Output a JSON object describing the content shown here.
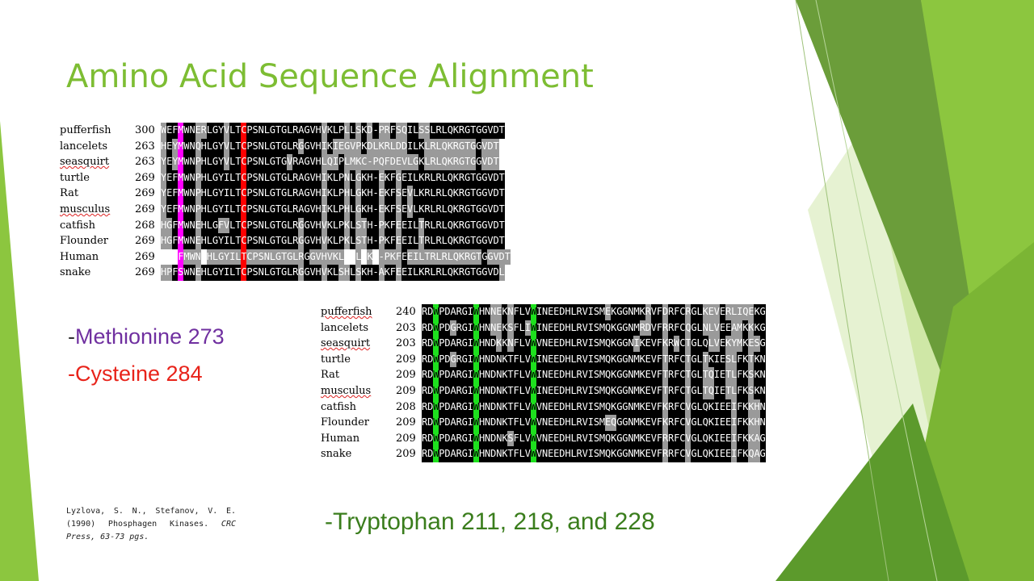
{
  "title": "Amino Acid Sequence Alignment",
  "colors": {
    "title_green": "#7dbd33",
    "methionine_purple": "#7030a0",
    "cysteine_red": "#e8231a",
    "tryptophan_green": "#3a7d1c",
    "decor_dark": "#5c8e2c",
    "decor_mid": "#8cc63f",
    "decor_light": "#c8e39b"
  },
  "alignment1": {
    "rows": [
      {
        "name": "pufferfish",
        "number": "300",
        "seq": "WEFMWNERLGYVLTCPSNLGTGLRAGVHVKLPLLSKD-PRFSQILSSLRLQKRGTGGVDT",
        "spell_error": false
      },
      {
        "name": "lancelets",
        "number": "263",
        "seq": "HEYMWNQHLGYVLTCPSNLGTGLRGGVHIKIEGVPKDLKRLDDILKLRLQKRGTGGVDT",
        "spell_error": false
      },
      {
        "name": "seasquirt",
        "number": "263",
        "seq": "YEYMWNPHLGYVLTCPSNLGTGVRAGVHLQIPLMKC-PQFDEVLGKLRLQKRGTGGVDT",
        "spell_error": true
      },
      {
        "name": "turtle",
        "number": "269",
        "seq": "YEFMWNPHLGYILTCPSNLGTGLRAGVHIKLPNLGKH-EKFGEILKRLRLQKRGTGGVDT",
        "spell_error": false
      },
      {
        "name": "Rat",
        "number": "269",
        "seq": "YEFMWNPHLGYILTCPSNLGTGLRAGVHIKLPHLGKH-EKFSEVLKRLRLQKRGTGGVDT",
        "spell_error": false
      },
      {
        "name": "musculus",
        "number": "269",
        "seq": "YEFMWNPHLGYILTCPSNLGTGLRAGVHIKLPHLGKH-EKFSEVLKRLRLQKRGTGGVDT",
        "spell_error": true
      },
      {
        "name": "catfish",
        "number": "268",
        "seq": "HGFMWNEHLGFVLTCPSNLGTGLRGGVHVKLPKLSTH-PKFEEILTRLRLQKRGTGGVDT",
        "spell_error": false
      },
      {
        "name": "Flounder",
        "number": "269",
        "seq": "HGFMWNEHLGYILTCPSNLGTGLRGGVHVKLPKLSTH-PKFEEILTRLRLQKRGTGGVDT",
        "spell_error": false
      },
      {
        "name": "Human",
        "number": "269",
        "seq": "   FMWN HLGYILTCPSNLGTGLRGGVHVKL  L K -PKFEEILTRLRLQKRGTGGVDT",
        "spell_error": false
      },
      {
        "name": "snake",
        "number": "269",
        "seq": "HPFSWNEHLGYILTCPSNLGTGLRGGVHVKLSHLSKH-AKFEEILKRLRLQKRGTGGVDL",
        "spell_error": false
      }
    ]
  },
  "alignment2": {
    "rows": [
      {
        "name": "pufferfish",
        "number": "240",
        "seq": "RDWPDARGIWHNNEKNFLVWINEEDHLRVISMEKGGNMKRVFDRFCRGLKEVERLIQEKG",
        "spell_error": true
      },
      {
        "name": "lancelets",
        "number": "203",
        "seq": "RDWPDGRGIWHNNEKSFLIWINEEDHLRVISMQKGGNMRDVFRRFCQGLNLVEEAMKKKG",
        "spell_error": false
      },
      {
        "name": "seasquirt",
        "number": "203",
        "seq": "RDWPDARGIWHNDKKNFLVWVNEEDHLRVISMQKGGNIKEVFKRWCTGLQLVEKYMKESG",
        "spell_error": true
      },
      {
        "name": "turtle",
        "number": "209",
        "seq": "RDWPDGRGIWHNDNKTFLVWINEEDHLRVISMQKGGNMKEVFTRFCTGLTKIESLFKTKN",
        "spell_error": false
      },
      {
        "name": "Rat",
        "number": "209",
        "seq": "RDWPDARGIWHNDNKTFLVWINEEDHLRVISMQKGGNMKEVFTRFCTGLTQIETLFKSKN",
        "spell_error": false
      },
      {
        "name": "musculus",
        "number": "209",
        "seq": "RDWPDARGIWHNDNKTFLVWINEEDHLRVISMQKGGNMKEVFTRFCTGLTQIETLFKSKN",
        "spell_error": true
      },
      {
        "name": "catfish",
        "number": "208",
        "seq": "RDWPDARGIWHNDNKTFLVWVNEEDHLRVISMQKGGNMKEVFKRFCVGLQKIEEIFKKHN",
        "spell_error": false
      },
      {
        "name": "Flounder",
        "number": "209",
        "seq": "RDWPDARGIWHNDNKTFLVWVNEEDHLRVISMEQGGNMKEVFKRFCVGLQKIEEIFKKHN",
        "spell_error": false
      },
      {
        "name": "Human",
        "number": "209",
        "seq": "RDWPDARGIWHNDNKSFLVWVNEEDHLRVISMQKGGNMKEVFRRFCVGLQKIEEIFKKAG",
        "spell_error": false
      },
      {
        "name": "snake",
        "number": "209",
        "seq": "RDWPDARGIWHNDNKTFLVWVNEEDHLRVISMQKGGNMKEVFRRFCVGLQKIEEIFKQAG",
        "spell_error": false
      }
    ]
  },
  "labels": {
    "methionine_dash": "-",
    "methionine_text": "Methionine 273",
    "cysteine": "-Cysteine 284",
    "tryptophan": "-Tryptophan 211, 218, and 228"
  },
  "citation": {
    "authors": "Lyzlova, S. N., Stefanov, V. E. (1990) Phosphagen Kinases.",
    "journal": "CRC Press,",
    "pages": "63-73 pgs."
  }
}
